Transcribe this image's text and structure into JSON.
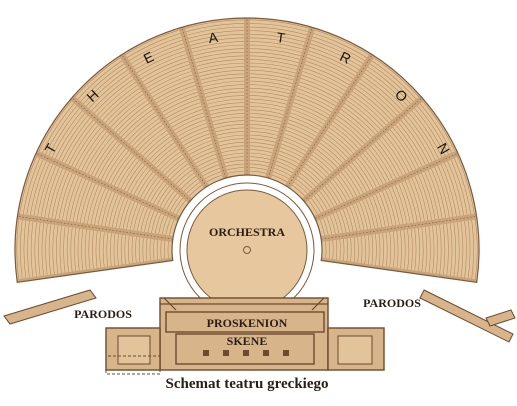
{
  "diagram": {
    "theatron_letters": [
      "T",
      "H",
      "E",
      "A",
      "T",
      "R",
      "O",
      "N"
    ],
    "orchestra_label": "ORCHESTRA",
    "parodos_left": "PARODOS",
    "parodos_right": "PARODOS",
    "proskenion_label": "PROSKENION",
    "skene_label": "SKENE",
    "caption": "Schemat teatru greckiego",
    "colors": {
      "seat_fill": "#e3c49a",
      "seat_line": "#b08a5e",
      "stair": "#c9a47a",
      "outline": "#7a5a3c",
      "orchestra_fill": "#e7c89e",
      "building_fill": "#d7b48a",
      "building_stroke": "#6b4a2e",
      "text": "#2a1e14"
    }
  }
}
